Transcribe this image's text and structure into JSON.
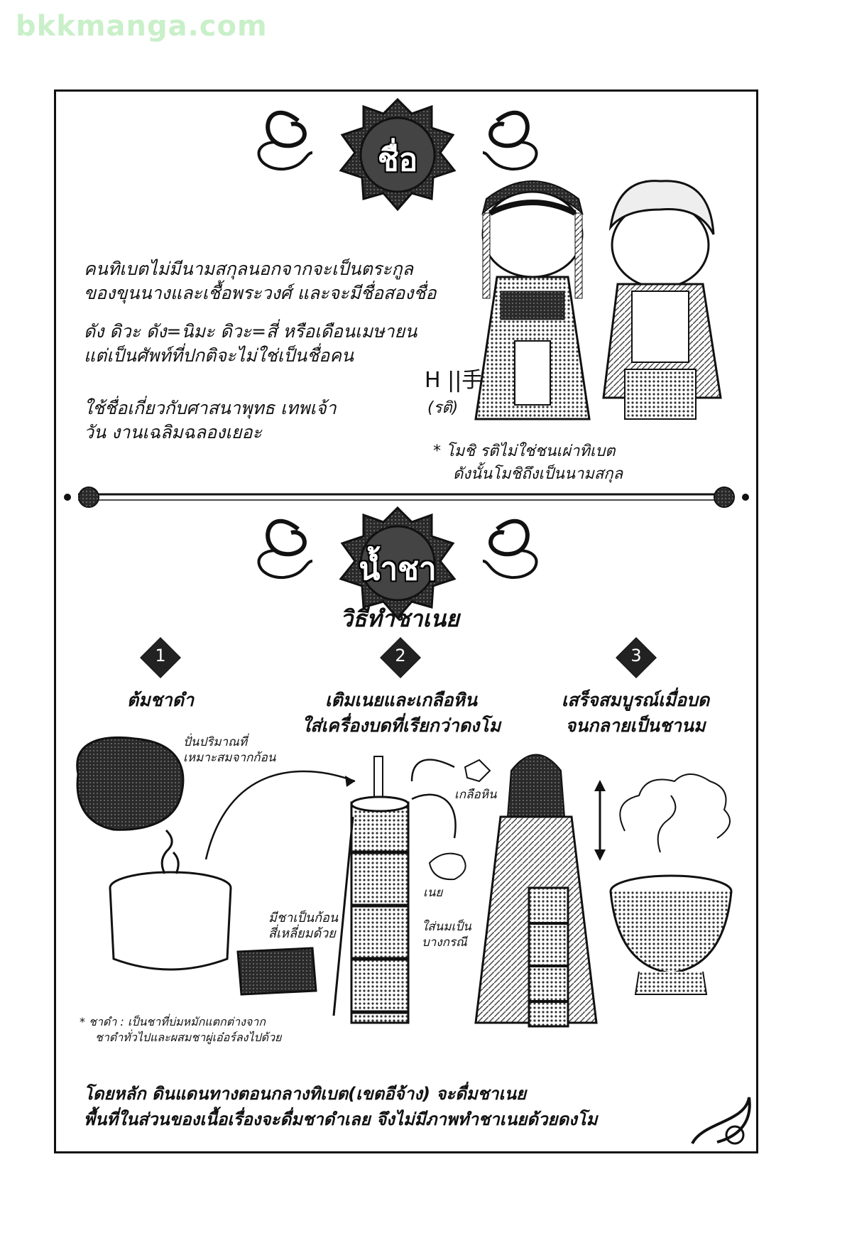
{
  "watermark": "bkkmanga.com",
  "section_name": {
    "title": "ชื่อ",
    "paragraphs": [
      [
        "คนทิเบตไม่มีนามสกุลนอกจากจะเป็นตระกูล",
        "ของขุนนางและเชื้อพระวงศ์ และจะมีชื่อสองชื่อ"
      ],
      [
        "ดัง ดิวะ ดัง=นิมะ ดิวะ=สี่ หรือเดือนเมษายน",
        "แต่เป็นศัพท์ที่ปกติจะไม่ใช่เป็นชื่อคน"
      ],
      [
        "ใช้ชื่อเกี่ยวกับศาสนาพุทธ เทพเจ้า",
        "วัน งานเฉลิมฉลองเยอะ"
      ]
    ],
    "kanji_label": "H ||手",
    "kanji_reading": "(รติ)",
    "footnote": [
      "*  โมชิ รติไม่ใช่ชนเผ่าทิเบต",
      "ดังนั้นโมชิถึงเป็นนามสกุล"
    ]
  },
  "section_tea": {
    "title": "น้ำชา",
    "subtitle": "วิธีทำชาเนย",
    "steps": [
      {
        "num": "1",
        "lines": [
          "ต้มชาดำ"
        ]
      },
      {
        "num": "2",
        "lines": [
          "เติมเนยและเกลือหิน",
          "ใส่เครื่องบดที่เรียกว่าดงโม"
        ]
      },
      {
        "num": "3",
        "lines": [
          "เสร็จสมบูรณ์เมื่อบด",
          "จนกลายเป็นชานม"
        ]
      }
    ],
    "annotations": {
      "knead": [
        "ปั่นปริมาณที่",
        "เหมาะสมจากก้อน"
      ],
      "brick": [
        "มีชาเป็นก้อน",
        "สี่เหลี่ยมด้วย"
      ],
      "salt": "เกลือหิน",
      "butter": "เนย",
      "milk": [
        "ใส่นมเป็น",
        "บางกรณี"
      ],
      "note": [
        "*  ชาดำ : เป็นชาที่บ่มหมักแตกต่างจาก",
        "ชาดำทั่วไปและผสมชาผู่เอ๋อร์ลงไปด้วย"
      ]
    },
    "conclusion": [
      "โดยหลัก ดินแดนทางตอนกลางทิเบต(เขตอีจ้าง) จะดื่มชาเนย",
      "พื้นที่ในส่วนของเนื้อเรื่องจะดื่มชาดำเลย จึงไม่มีภาพทำชาเนยด้วยดงโม"
    ]
  }
}
